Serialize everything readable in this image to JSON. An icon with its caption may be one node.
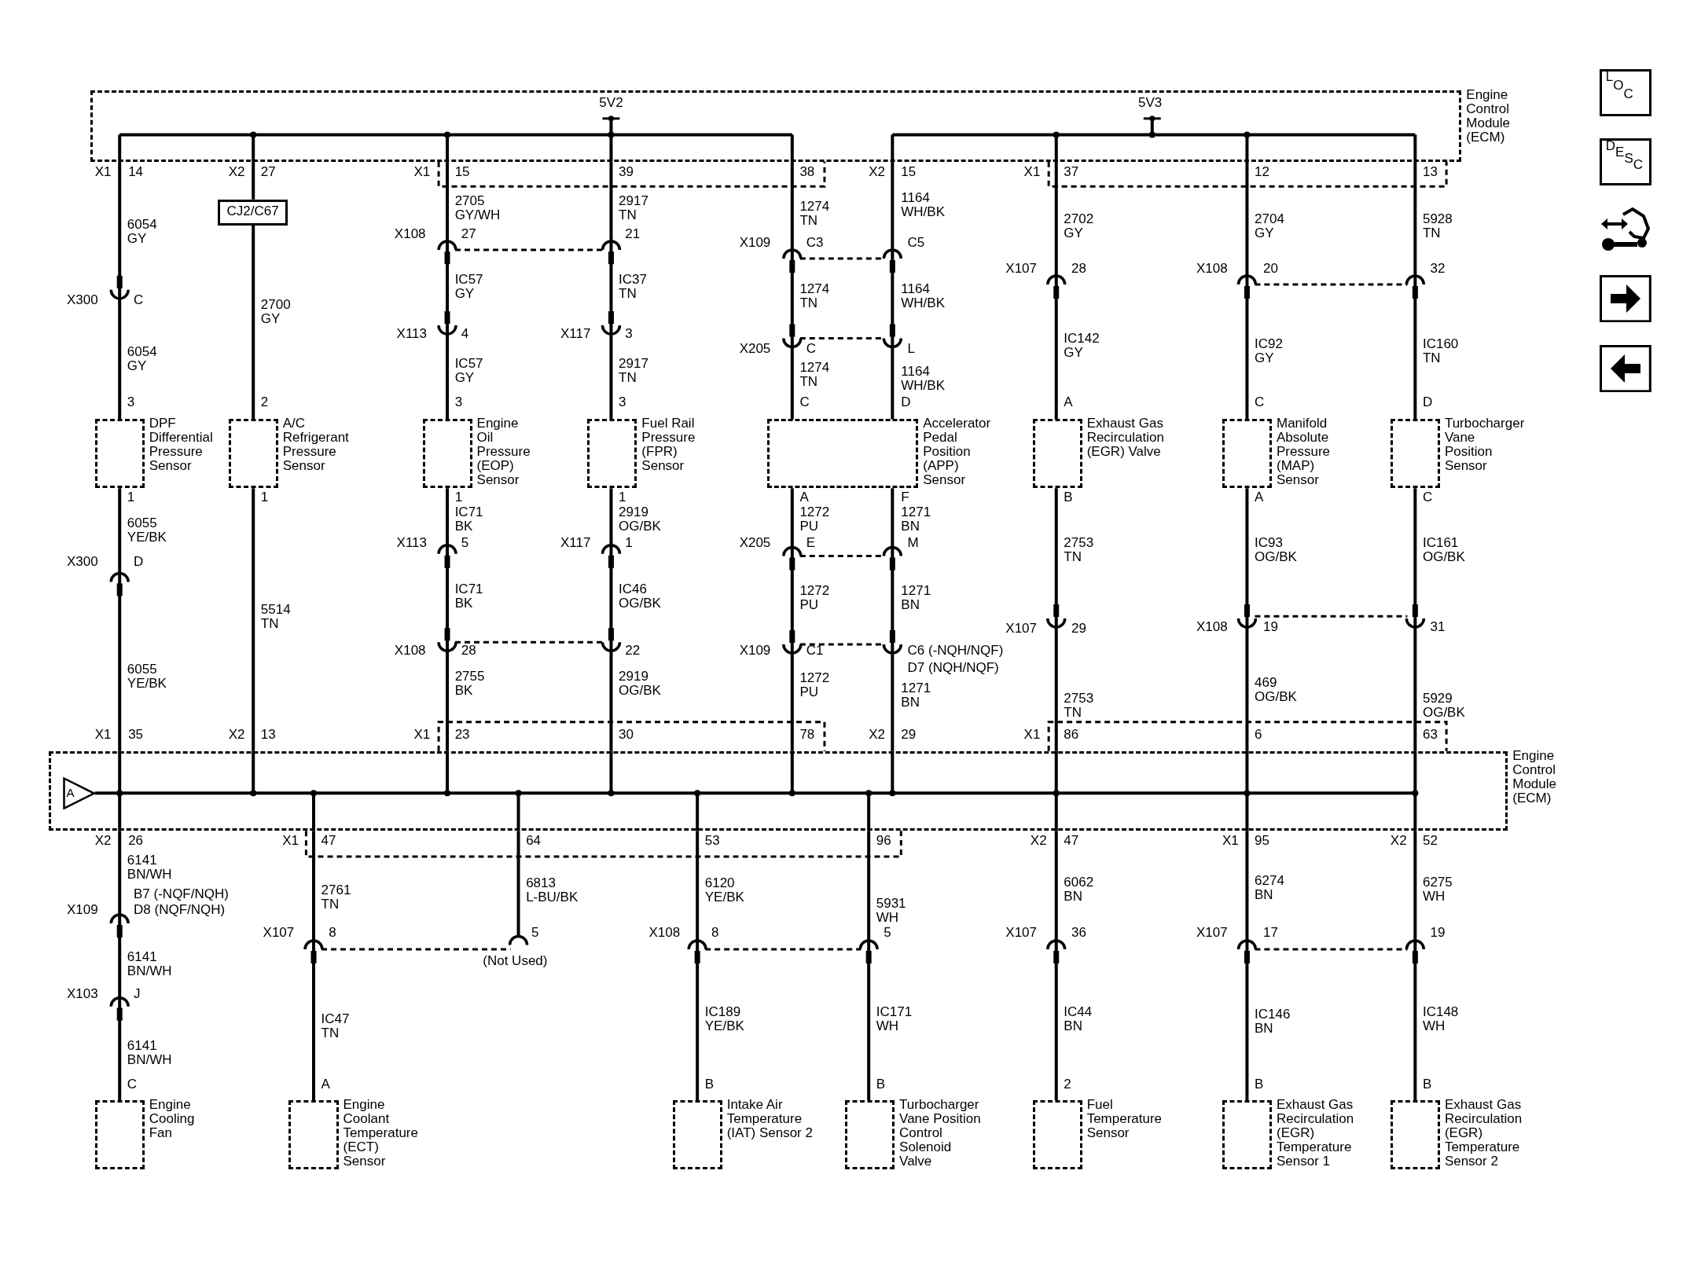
{
  "diagram": {
    "nodes": [
      {
        "text": [
          "Engine Control Module (ECM)"
        ]
      },
      {
        "text": [
          "CJ2/C67"
        ]
      },
      {
        "text": [
          "DPF Differential Pressure Sensor"
        ]
      },
      {
        "text": [
          "A/C Refrigerant Pressure Sensor"
        ]
      },
      {
        "text": [
          "Engine Oil Pressure (EOP) Sensor"
        ]
      },
      {
        "text": [
          "Fuel Rail Pressure (FPR) Sensor"
        ]
      },
      {
        "text": [
          "Accelerator Pedal Position (APP) Sensor"
        ]
      },
      {
        "text": [
          "Exhaust Gas Recirculation (EGR) Valve"
        ]
      },
      {
        "text": [
          "Manifold Absolute Pressure (MAP) Sensor"
        ]
      },
      {
        "text": [
          "Turbocharger Vane Position Sensor"
        ]
      },
      {
        "text": [
          "Engine Control Module (ECM)"
        ]
      },
      {
        "text": [
          "A"
        ],
        "in": 10
      },
      {
        "text": [
          "Engine Cooling Fan"
        ]
      },
      {
        "text": [
          "Engine Coolant Temperature (ECT) Sensor"
        ]
      },
      {
        "text": [
          "Intake Air Temperature (IAT) Sensor 2"
        ]
      },
      {
        "text": [
          "Turbocharger Vane Position Control Solenoid Valve"
        ]
      },
      {
        "text": [
          "Fuel Temperature Sensor"
        ]
      },
      {
        "text": [
          "Exhaust Gas Recirculation (EGR) Temperature Sensor 1"
        ]
      },
      {
        "text": [
          "Exhaust Gas Recirculation (EGR) Temperature Sensor 2"
        ]
      }
    ],
    "edges": [
      {
        "from": 0,
        "to": 2,
        "arrow": "none"
      },
      {
        "from": 2,
        "to": 10,
        "arrow": "none"
      },
      {
        "from": 0,
        "to": 1,
        "arrow": "none"
      },
      {
        "from": 1,
        "to": 3,
        "arrow": "none"
      },
      {
        "from": 3,
        "to": 10,
        "arrow": "none"
      },
      {
        "from": 0,
        "to": 4,
        "arrow": "none"
      },
      {
        "from": 4,
        "to": 10,
        "arrow": "none"
      },
      {
        "from": 0,
        "to": 5,
        "arrow": "none"
      },
      {
        "from": 5,
        "to": 10,
        "arrow": "none"
      },
      {
        "from": 0,
        "to": 6,
        "arrow": "none"
      },
      {
        "from": 0,
        "to": 6,
        "arrow": "none"
      },
      {
        "from": 6,
        "to": 10,
        "arrow": "none"
      },
      {
        "from": 6,
        "to": 10,
        "arrow": "none"
      },
      {
        "from": 0,
        "to": 7,
        "arrow": "none"
      },
      {
        "from": 7,
        "to": 10,
        "arrow": "none"
      },
      {
        "from": 0,
        "to": 8,
        "arrow": "none"
      },
      {
        "from": 8,
        "to": 10,
        "arrow": "none"
      },
      {
        "from": 0,
        "to": 9,
        "arrow": "none"
      },
      {
        "from": 9,
        "to": 10,
        "arrow": "none"
      },
      {
        "from": 10,
        "to": 12,
        "arrow": "none"
      },
      {
        "from": 10,
        "to": 13,
        "arrow": "none"
      },
      {
        "from": 10,
        "to": null,
        "arrow": "none"
      },
      {
        "from": 10,
        "to": 14,
        "arrow": "none"
      },
      {
        "from": 10,
        "to": 15,
        "arrow": "none"
      },
      {
        "from": 10,
        "to": 16,
        "arrow": "none"
      },
      {
        "from": 10,
        "to": 17,
        "arrow": "none"
      },
      {
        "from": 10,
        "to": 18,
        "arrow": "none"
      }
    ],
    "labels": [
      "X1",
      "14",
      "6054 GY",
      "X300",
      "C",
      "6054 GY",
      "3",
      "1",
      "6055 YE/BK",
      "X300",
      "D",
      "6055 YE/BK",
      "X1",
      "35",
      "X2",
      "27",
      "2700 GY",
      "2",
      "1",
      "5514 TN",
      "X2",
      "13",
      "X1",
      "15",
      "2705 GY/WH",
      "X108",
      "27",
      "IC57 GY",
      "X113",
      "4",
      "IC57 GY",
      "3",
      "1",
      "IC71 BK",
      "X113",
      "5",
      "IC71 BK",
      "X108",
      "28",
      "2755 BK",
      "X1",
      "23",
      "5V2",
      "39",
      "2917 TN",
      "21",
      "IC37 TN",
      "X117",
      "3",
      "2917 TN",
      "3",
      "1",
      "2919 OG/BK",
      "X117",
      "1",
      "IC46 OG/BK",
      "22",
      "2919 OG/BK",
      "30",
      "38",
      "1274 TN",
      "X109",
      "C3",
      "1274 TN",
      "X205",
      "C",
      "1274 TN",
      "C",
      "A",
      "1272 PU",
      "X205",
      "E",
      "1272 PU",
      "X109",
      "C1",
      "1272 PU",
      "78",
      "X2",
      "15",
      "1164 WH/BK",
      "C5",
      "1164 WH/BK",
      "L",
      "1164 WH/BK",
      "D",
      "F",
      "1271 BN",
      "M",
      "1271 BN",
      "C6 (-NQH/NQF)",
      "D7 (NQH/NQF)",
      "1271 BN",
      "X2",
      "29",
      "5V3",
      "X1",
      "37",
      "2702 GY",
      "X107",
      "28",
      "IC142 GY",
      "A",
      "B",
      "2753 TN",
      "X107",
      "29",
      "2753 TN",
      "X1",
      "86",
      "12",
      "2704 GY",
      "X108",
      "20",
      "IC92 GY",
      "C",
      "A",
      "IC93 OG/BK",
      "X108",
      "19",
      "469 OG/BK",
      "6",
      "13",
      "5928 TN",
      "32",
      "IC160 TN",
      "D",
      "C",
      "IC161 OG/BK",
      "31",
      "5929 OG/BK",
      "63",
      "X2",
      "26",
      "6141 BN/WH",
      "B7 (-NQF/NQH)",
      "X109",
      "D8 (NQF/NQH)",
      "6141 BN/WH",
      "X103",
      "J",
      "6141 BN/WH",
      "C",
      "X1",
      "47",
      "2761 TN",
      "X107",
      "8",
      "IC47 TN",
      "A",
      "64",
      "6813 L-BU/BK",
      "5",
      "(Not Used)",
      "53",
      "6120 YE/BK",
      "X108",
      "8",
      "IC189 YE/BK",
      "B",
      "96",
      "5931 WH",
      "5",
      "IC171 WH",
      "B",
      "X2",
      "47",
      "6062 BN",
      "X107",
      "36",
      "IC44 BN",
      "2",
      "X1",
      "95",
      "6274 BN",
      "X107",
      "17",
      "IC146 BN",
      "B",
      "X2",
      "52",
      "6275 WH",
      "19",
      "IC148 WH",
      "B",
      "LOC",
      "DESC"
    ]
  }
}
